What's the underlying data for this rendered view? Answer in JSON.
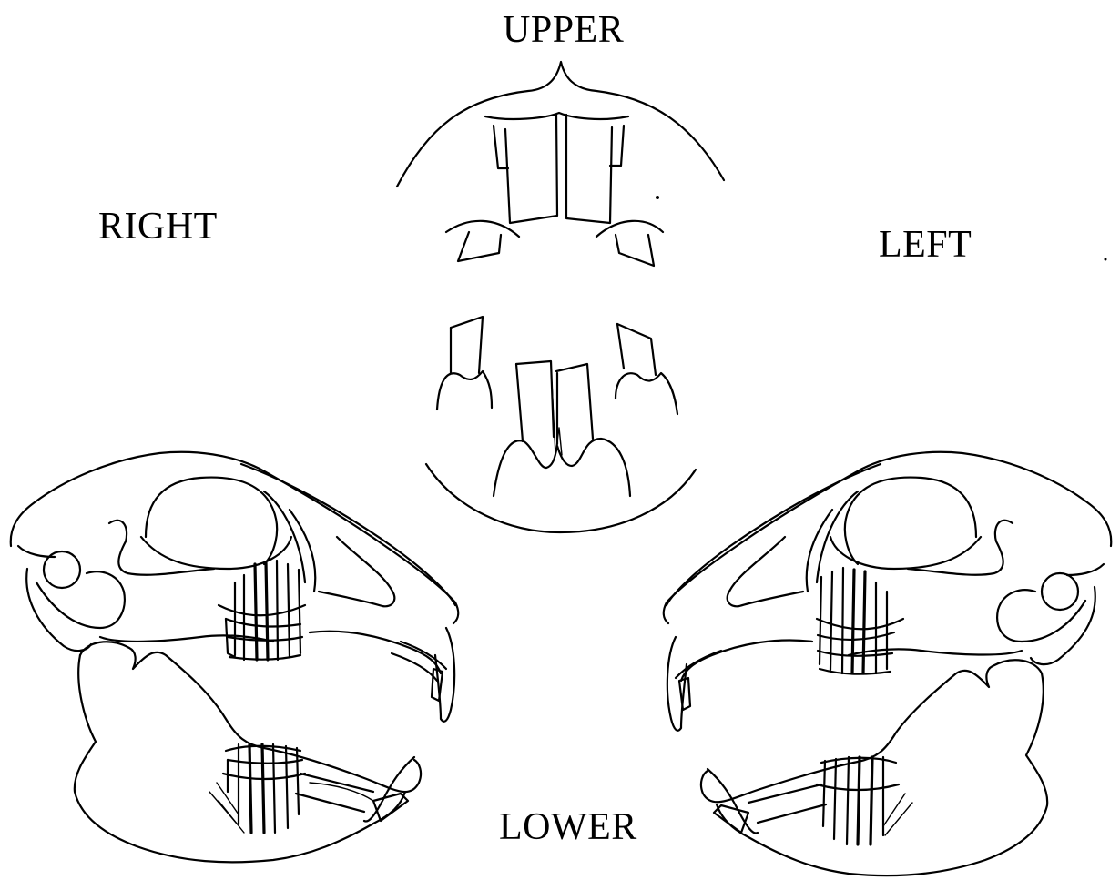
{
  "labels": {
    "upper": "UPPER",
    "right": "RIGHT",
    "left": "LEFT",
    "lower": "LOWER"
  },
  "colors": {
    "ink": "#000000",
    "paper": "#ffffff"
  }
}
